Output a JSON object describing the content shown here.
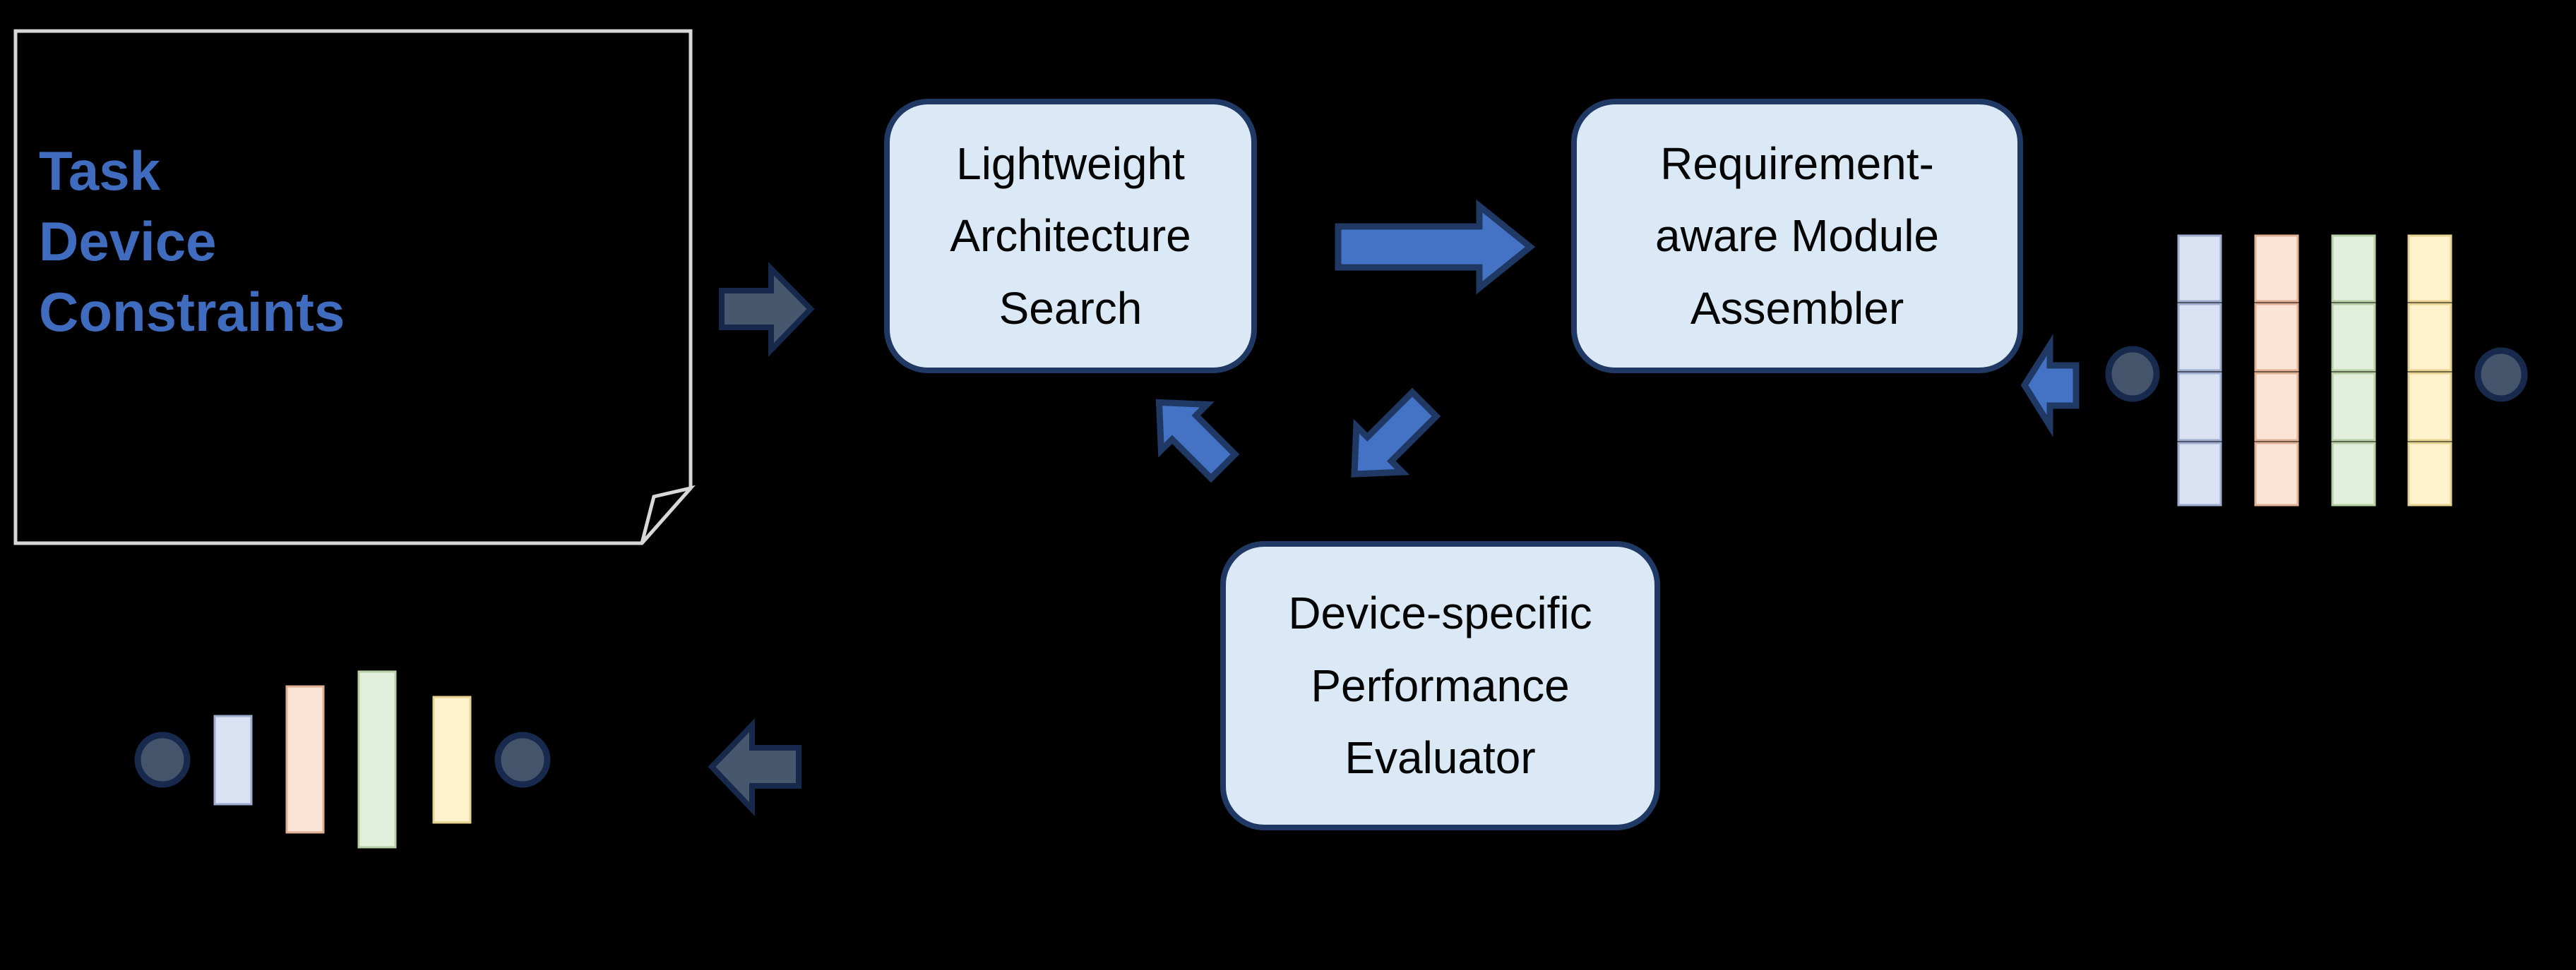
{
  "input_note": {
    "lines": [
      "Task",
      "Device",
      "Constraints"
    ]
  },
  "nodes": {
    "search": {
      "lines": [
        "Lightweight",
        "Architecture",
        "Search"
      ]
    },
    "assembler": {
      "lines": [
        "Requirement-",
        "aware Module",
        "Assembler"
      ]
    },
    "evaluator": {
      "lines": [
        "Device-specific",
        "Performance",
        "Evaluator"
      ]
    }
  },
  "supernet": {
    "columns": 4,
    "cells_per_column": 4,
    "colors": [
      "#d9e1f2",
      "#fbe3d6",
      "#e2efda",
      "#fff2cc"
    ],
    "endpoints": "dark-circle"
  },
  "architecture_output": {
    "bars": 4,
    "colors": [
      "#d9e1f2",
      "#fbe3d6",
      "#e2efda",
      "#fff2cc"
    ],
    "endpoints": "dark-circle"
  },
  "edges": [
    "input-note to architecture-search",
    "architecture-search to module-assembler",
    "module-assembler to performance-evaluator",
    "performance-evaluator to architecture-search",
    "module-supernet to module-assembler",
    "performance-evaluator to output-architecture"
  ],
  "palette": {
    "bg": "#000000",
    "note_border": "#d8d8d8",
    "note_text_blue": "#3f6cbf",
    "box_fill": "#dbe8f5",
    "box_border": "#1f3864",
    "arrow_blue": "#4472c4",
    "arrow_blue_border": "#1f3864",
    "arrow_slate": "#47586e",
    "arrow_slate_border": "#16294d",
    "circle_fill": "#44546a",
    "circle_border": "#17294d",
    "cell_blue_border": "#9daccf",
    "cell_peach_border": "#dfb095",
    "cell_green_border": "#b7cfa5",
    "cell_yellow_border": "#e6d291"
  }
}
